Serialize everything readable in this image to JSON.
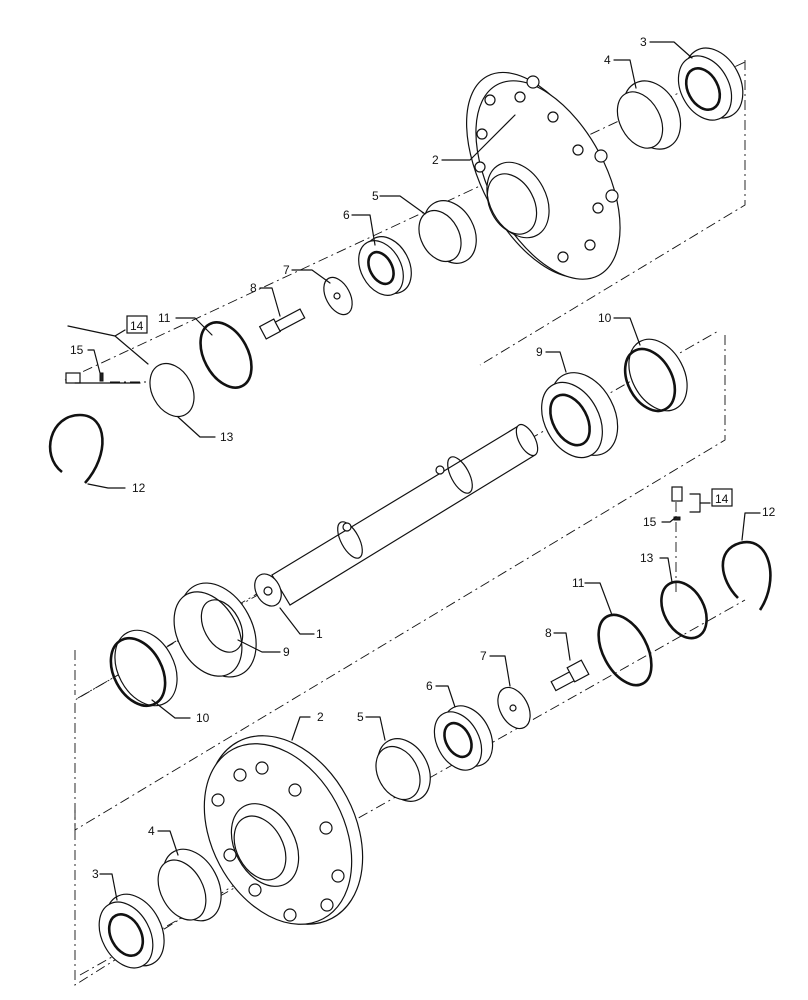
{
  "callouts": {
    "c1": "1",
    "c2a": "2",
    "c2b": "2",
    "c3a": "3",
    "c3b": "3",
    "c4a": "4",
    "c4b": "4",
    "c5a": "5",
    "c5b": "5",
    "c6a": "6",
    "c6b": "6",
    "c7a": "7",
    "c7b": "7",
    "c8a": "8",
    "c8b": "8",
    "c9a": "9",
    "c9b": "9",
    "c10a": "10",
    "c10b": "10",
    "c11a": "11",
    "c11b": "11",
    "c12a": "12",
    "c12b": "12",
    "c13a": "13",
    "c13b": "13",
    "c14a": "14",
    "c14b": "14",
    "c15a": "15",
    "c15b": "15"
  }
}
